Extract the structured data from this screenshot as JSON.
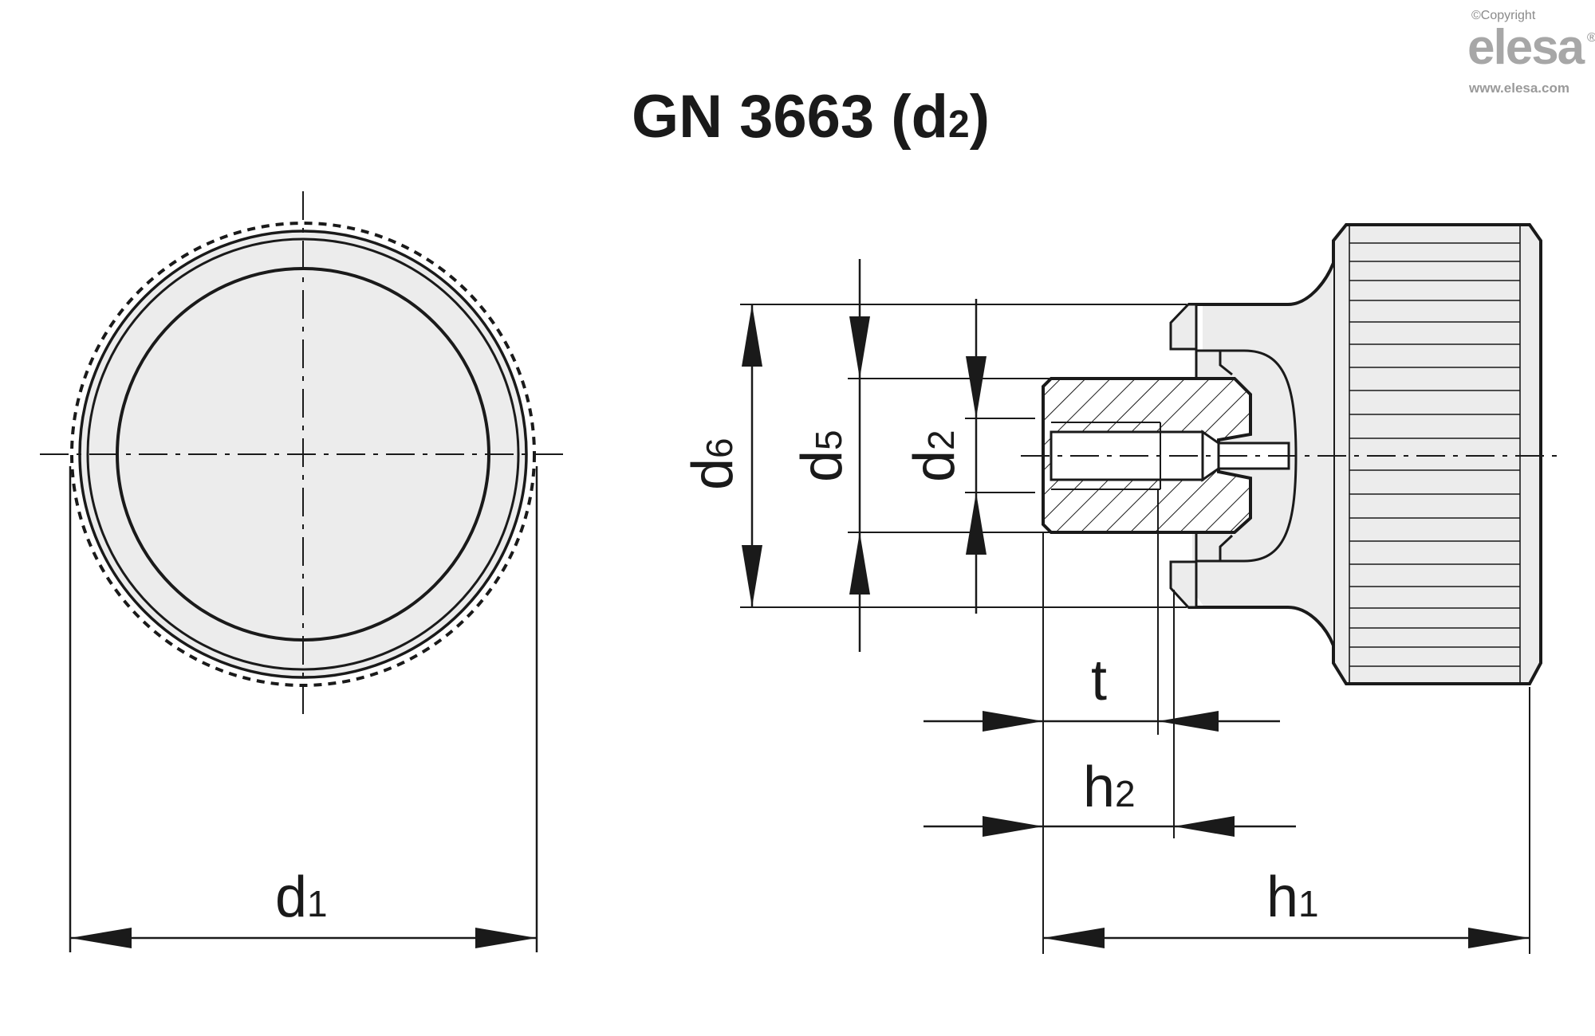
{
  "title": {
    "main": "GN 3663 (d",
    "sub": "2",
    "close": ")"
  },
  "watermark": {
    "copyright": "©Copyright",
    "brand": "elesa",
    "registered": "®",
    "url": "www.elesa.com"
  },
  "dimensions": {
    "d1": {
      "main": "d",
      "sub": "1"
    },
    "d2": {
      "main": "d",
      "sub": "2"
    },
    "d5": {
      "main": "d",
      "sub": "5"
    },
    "d6": {
      "main": "d",
      "sub": "6"
    },
    "t": {
      "main": "t"
    },
    "h1": {
      "main": "h",
      "sub": "1"
    },
    "h2": {
      "main": "h",
      "sub": "2"
    }
  },
  "colors": {
    "body_fill": "#ececec",
    "line": "#1a1a1a",
    "watermark": "#a7a7a7"
  }
}
